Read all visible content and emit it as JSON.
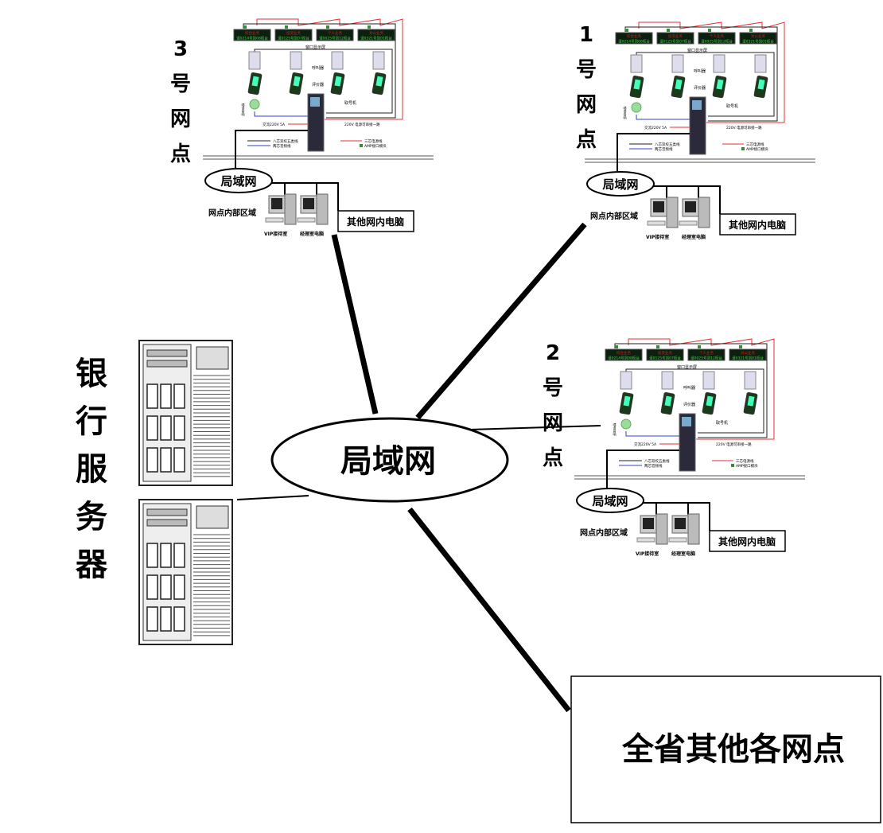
{
  "central_network": {
    "label": "局域网"
  },
  "server_group": {
    "label": "银行服务器"
  },
  "other_branches": {
    "label": "全省其他各网点"
  },
  "branches": [
    {
      "id": "branch-3",
      "label": "3号网点"
    },
    {
      "id": "branch-1",
      "label": "1号网点"
    },
    {
      "id": "branch-2",
      "label": "2号网点"
    }
  ],
  "branch_detail": {
    "displays": [
      {
        "title": "综合业务",
        "text": "请0214号到08柜台"
      },
      {
        "title": "投资业务",
        "text": "请0125号到07柜台"
      },
      {
        "title": "个人业务",
        "text": "请0025号到12柜台"
      },
      {
        "title": "对公业务",
        "text": "请0321号到01柜台"
      }
    ],
    "display_label": "窗口显示屏",
    "caller_label": "呼叫器",
    "evaluator_label": "评价器",
    "kiosk_label": "取号机",
    "speaker_label": "喂语音响",
    "ac_label": "交流220V 5A",
    "power_chain_label": "220V 电源可串接一路",
    "legend": {
      "cat5": "八芯双绞五类线",
      "audio": "两芯音频线",
      "power": "三芯电源线",
      "amp": "AMP接口模块"
    },
    "lan_label": "局域网",
    "internal_area": "网点内部区域",
    "vip_room": "VIP接待室",
    "manager_pc": "经理室电脑",
    "other_pcs": "其他网内电脑"
  },
  "colors": {
    "power_line": "#e53030",
    "audio_line": "#3040d0",
    "data_line": "#222222",
    "display_bg": "#0c2010",
    "display_text": "#d02020",
    "amp_module": "#3a8a3a"
  }
}
